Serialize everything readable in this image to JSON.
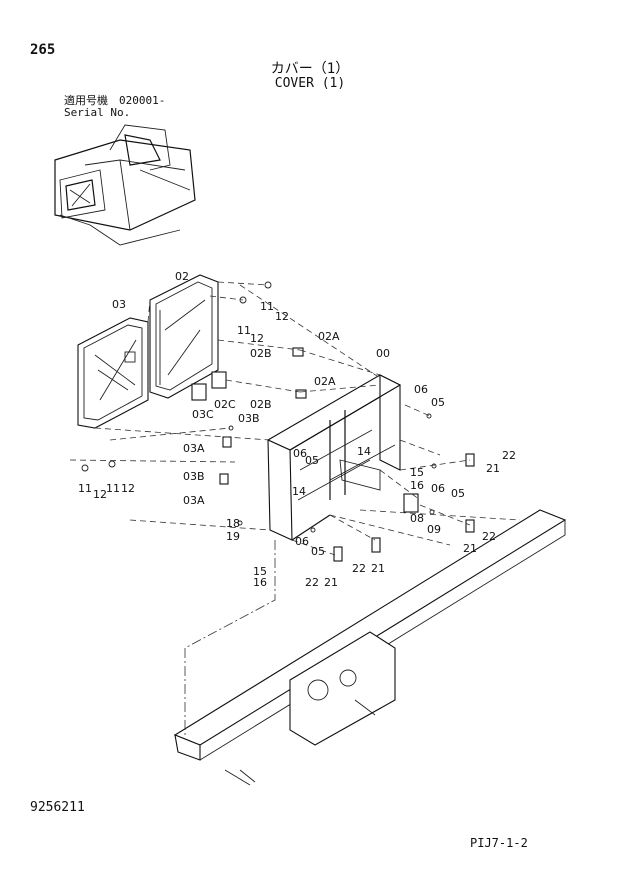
{
  "header": {
    "page_number": "265",
    "title_jp": "カバー（1）",
    "title_en": "COVER (1)",
    "serial_label_jp": "適用号機　020001-",
    "serial_label_en": "Serial No."
  },
  "footer": {
    "document_number": "9256211",
    "sheet_code": "PIJ7-1-2"
  },
  "callouts": {
    "c02": "02",
    "c03": "03",
    "c00": "00",
    "c11a": "11",
    "c12a": "12",
    "c11b": "11",
    "c12b": "12",
    "c02A1": "02A",
    "c02B1": "02B",
    "c02A2": "02A",
    "c02B2": "02B",
    "c02C": "02C",
    "c03C": "03C",
    "c03B1": "03B",
    "c03A1": "03A",
    "c03B2": "03B",
    "c03A2": "03A",
    "c11c": "11",
    "c12c": "12",
    "c11d": "11",
    "c12d": "12",
    "c06a": "06",
    "c05a": "05",
    "c06b": "06",
    "c05b": "05",
    "c06c": "06",
    "c05c": "05",
    "c06d": "06",
    "c05d": "05",
    "c14a": "14",
    "c14b": "14",
    "c15a": "15",
    "c16a": "16",
    "c15b": "15",
    "c16b": "16",
    "c18": "18",
    "c19": "19",
    "c08": "08",
    "c09": "09",
    "c22a": "22",
    "c21a": "21",
    "c22b": "22",
    "c21b": "21",
    "c22c": "22",
    "c21c": "21",
    "c22d": "22",
    "c21d": "21"
  }
}
